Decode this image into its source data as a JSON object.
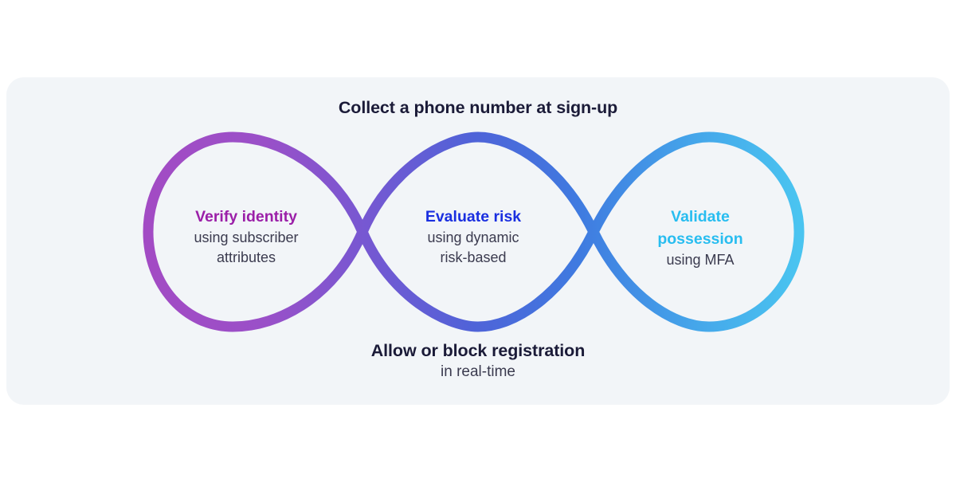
{
  "card": {
    "background_color": "#f2f5f8"
  },
  "diagram": {
    "type": "infinity-loop",
    "top_caption": "Collect a phone number at sign-up",
    "bottom_caption": "Allow or block registration",
    "bottom_subcaption": "in real-time",
    "gradient": {
      "start_color": "#a24bc4",
      "mid_color": "#4f63d8",
      "end_color": "#4ac4f0"
    },
    "stroke_width": 13,
    "stages": [
      {
        "id": "verify",
        "title": "Verify identity",
        "subtitle_lines": [
          "using subscriber",
          "attributes"
        ],
        "color": "#9b1fa8"
      },
      {
        "id": "evaluate",
        "title": "Evaluate risk",
        "subtitle_lines": [
          "using dynamic",
          "risk-based"
        ],
        "color": "#1a2fe0"
      },
      {
        "id": "validate",
        "title_lines": [
          "Validate",
          "possession"
        ],
        "subtitle_lines": [
          "using MFA"
        ],
        "color": "#28bdf0"
      }
    ]
  }
}
